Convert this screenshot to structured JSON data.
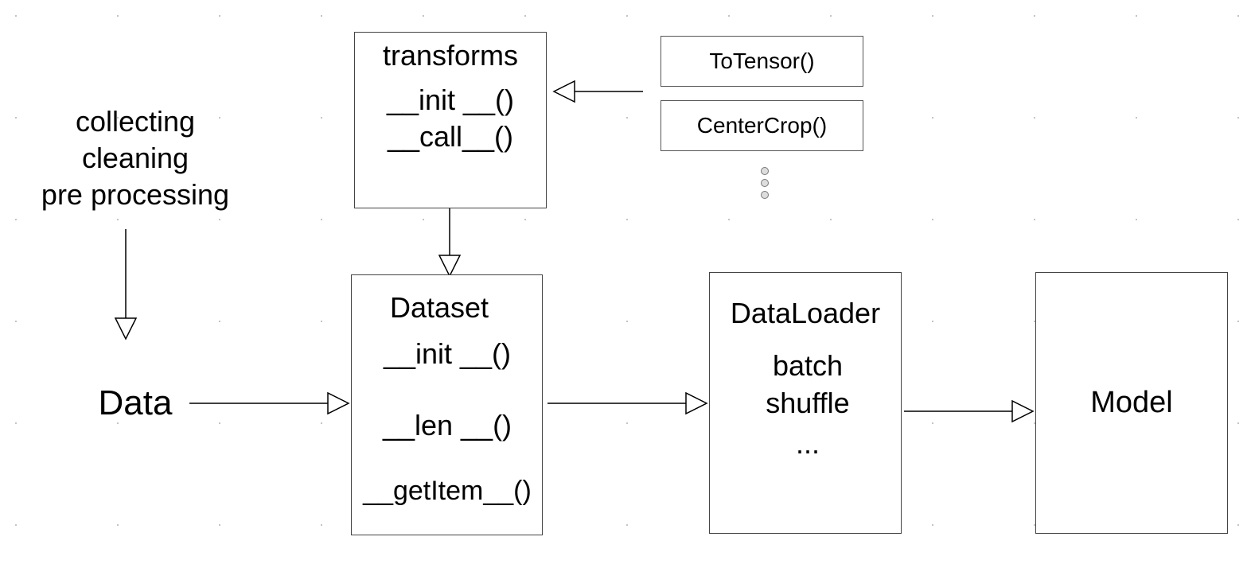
{
  "pipeline_note": [
    "collecting",
    "cleaning",
    "pre processing"
  ],
  "data_label": "Data",
  "transforms": {
    "title": "transforms",
    "methods": [
      "__init __()",
      "__call__()"
    ]
  },
  "transform_examples": [
    "ToTensor()",
    "CenterCrop()"
  ],
  "dataset": {
    "title": "Dataset",
    "methods": [
      "__init __()",
      "__len __()",
      "__getItem__()"
    ]
  },
  "dataloader": {
    "title": "DataLoader",
    "features": [
      "batch",
      "shuffle",
      "..."
    ]
  },
  "model_label": "Model",
  "colors": {
    "line": "#000000",
    "border": "#444444",
    "dot": "#999999"
  }
}
